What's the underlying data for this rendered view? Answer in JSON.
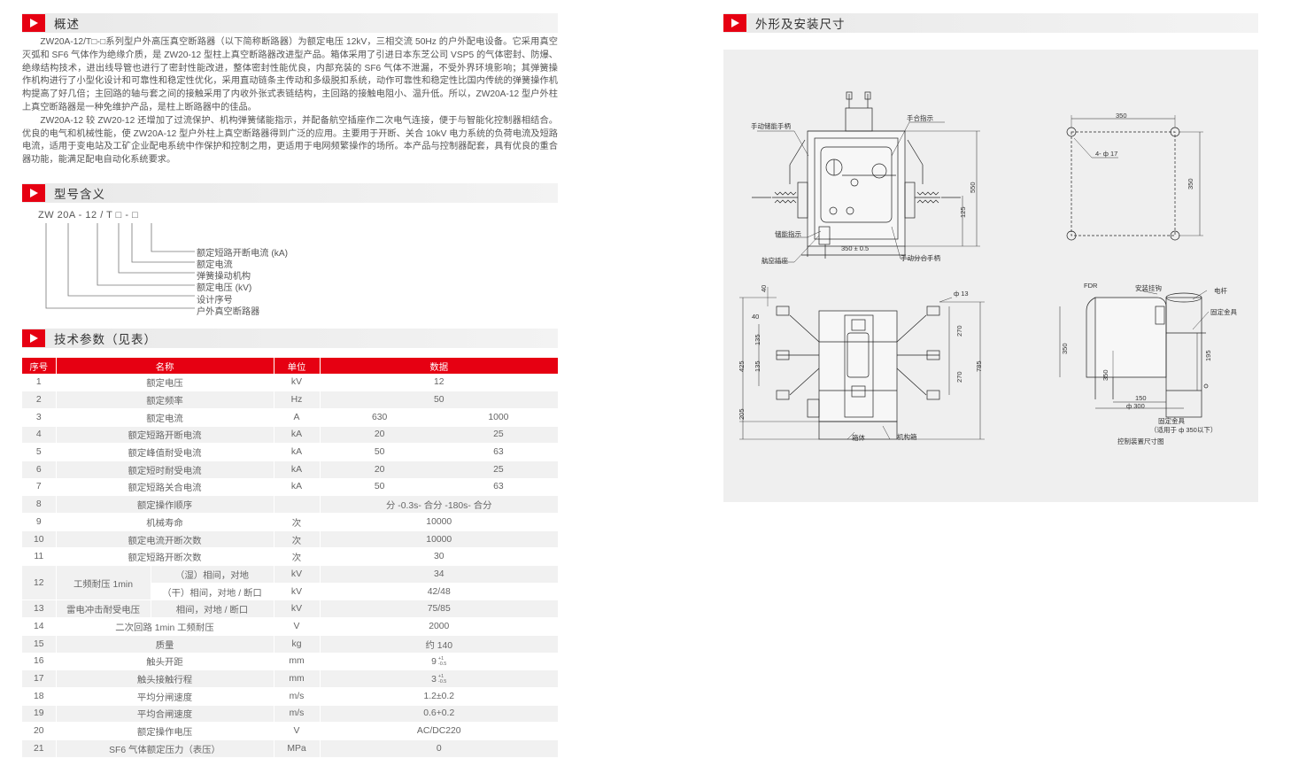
{
  "sections": {
    "overview": "概述",
    "model": "型号含义",
    "params": "技术参数（见表）",
    "dimensions": "外形及安装尺寸"
  },
  "overview": {
    "p1": "ZW20A-12/T□-□系列型户外高压真空断路器（以下简称断路器）为额定电压 12kV，三相交流 50Hz 的户外配电设备。它采用真空灭弧和 SF6 气体作为绝缘介质，是 ZW20-12 型柱上真空断路器改进型产品。箱体采用了引进日本东芝公司 VSP5 的气体密封、防爆、绝缘结构技术，进出线导管也进行了密封性能改进，整体密封性能优良，内部充装的 SF6 气体不泄漏，不受外界环境影响；其弹簧操作机构进行了小型化设计和可靠性和稳定性优化，采用直动链条主传动和多级脱扣系统，动作可靠性和稳定性比国内传统的弹簧操作机构提高了好几倍；主回路的轴与套之间的接触采用了内收外张式表链结构，主回路的接触电阻小、温升低。所以，ZW20A-12 型户外柱上真空断路器是一种免维护产品，是柱上断路器中的佳品。",
    "p2": "ZW20A-12 较 ZW20-12 还增加了过流保护、机构弹簧储能指示，并配备航空插座作二次电气连接，便于与智能化控制器相结合。优良的电气和机械性能，使 ZW20A-12 型户外柱上真空断路器得到广泛的应用。主要用于开断、关合 10kV 电力系统的负荷电流及短路电流，适用于变电站及工矿企业配电系统中作保护和控制之用，更适用于电网频繁操作的场所。本产品与控制器配套，具有优良的重合器功能，能满足配电自动化系统要求。"
  },
  "model": {
    "code": "ZW  20A - 12 / T □ - □",
    "labels": [
      "额定短路开断电流 (kA)",
      "额定电流",
      "弹簧操动机构",
      "额定电压 (kV)",
      "设计序号",
      "户外真空断路器"
    ]
  },
  "table": {
    "headers": [
      "序号",
      "名称",
      "单位",
      "数据"
    ],
    "rows": [
      {
        "no": "1",
        "name": "额定电压",
        "unit": "kV",
        "data": "12"
      },
      {
        "no": "2",
        "name": "额定频率",
        "unit": "Hz",
        "data": "50"
      },
      {
        "no": "3",
        "name": "额定电流",
        "unit": "A",
        "a": "630",
        "b": "1000"
      },
      {
        "no": "4",
        "name": "额定短路开断电流",
        "unit": "kA",
        "a": "20",
        "b": "25"
      },
      {
        "no": "5",
        "name": "额定峰值耐受电流",
        "unit": "kA",
        "a": "50",
        "b": "63"
      },
      {
        "no": "6",
        "name": "额定短时耐受电流",
        "unit": "kA",
        "a": "20",
        "b": "25"
      },
      {
        "no": "7",
        "name": "额定短路关合电流",
        "unit": "kA",
        "a": "50",
        "b": "63"
      },
      {
        "no": "8",
        "name": "额定操作顺序",
        "unit": "",
        "data": "分 -0.3s- 合分 -180s- 合分"
      },
      {
        "no": "9",
        "name": "机械寿命",
        "unit": "次",
        "data": "10000"
      },
      {
        "no": "10",
        "name": "额定电流开断次数",
        "unit": "次",
        "data": "10000"
      },
      {
        "no": "11",
        "name": "额定短路开断次数",
        "unit": "次",
        "data": "30"
      },
      {
        "no": "12",
        "name": "工频耐压 1min",
        "sub1": "（湿）相间，对地",
        "unit1": "kV",
        "data1": "34",
        "sub2": "（干）相间，对地 / 断口",
        "unit2": "kV",
        "data2": "42/48"
      },
      {
        "no": "13",
        "name": "雷电冲击耐受电压",
        "sub": "相间，对地 / 断口",
        "unit": "kV",
        "data": "75/85"
      },
      {
        "no": "14",
        "name": "二次回路 1min 工频耐压",
        "unit": "V",
        "data": "2000"
      },
      {
        "no": "15",
        "name": "质量",
        "unit": "kg",
        "data": "约 140"
      },
      {
        "no": "16",
        "name": "触头开距",
        "unit": "mm",
        "data": "9",
        "tol_up": "+1",
        "tol_dn": "-0.5"
      },
      {
        "no": "17",
        "name": "触头接触行程",
        "unit": "mm",
        "data": "3",
        "tol_up": "+1",
        "tol_dn": "-0.5"
      },
      {
        "no": "18",
        "name": "平均分闸速度",
        "unit": "m/s",
        "data": "1.2±0.2"
      },
      {
        "no": "19",
        "name": "平均合闸速度",
        "unit": "m/s",
        "data": "0.6+0.2"
      },
      {
        "no": "20",
        "name": "额定操作电压",
        "unit": "V",
        "data": "AC/DC220"
      },
      {
        "no": "21",
        "name": "SF6 气体额定压力（表压）",
        "unit": "MPa",
        "data": "0"
      }
    ]
  },
  "drawing": {
    "labels": {
      "manual_storage_handle": "手动储能手柄",
      "manual_close_indicator": "手合指示",
      "storage_indicator": "储能指示",
      "aviation_socket": "航空插座",
      "manual_open_close_handle": "手动分合手柄",
      "box": "箱体",
      "mechanism_box": "机构箱",
      "fdr": "FDR",
      "mount_bracket": "安装挂钩",
      "pole": "电杆",
      "fixing_fitting": "固定金具",
      "fixing_fitting2": "固定金具",
      "fitting_note": "（适用于 ф 350以下）",
      "controller_caption": "控制装置尺寸图"
    },
    "dims": {
      "d350_05": "350 ± 0.5",
      "d550": "550",
      "d125": "125",
      "d350_top": "350",
      "d350_side": "350",
      "holes": "4- ф 17",
      "d40_top": "40",
      "d40_left": "40",
      "phi13": "ф 13",
      "d425": "425",
      "d135a": "135",
      "d135b": "135",
      "d205": "205",
      "d270a": "270",
      "d270b": "270",
      "d785": "785",
      "c350": "350",
      "c350b": "350",
      "c195": "195",
      "c150": "150",
      "c300": "ф 300"
    }
  }
}
